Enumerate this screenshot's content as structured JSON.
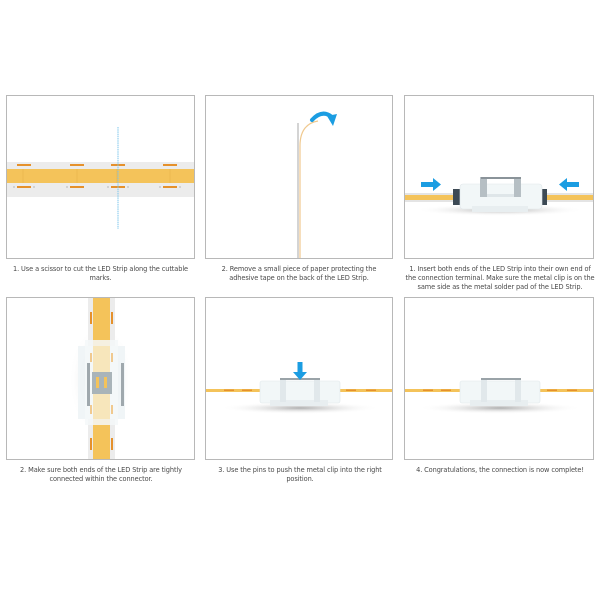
{
  "colors": {
    "led_strip": "#f4c35a",
    "solder_pad": "#e5912c",
    "strip_backing": "#ececec",
    "arrow_blue": "#1b9de2",
    "panel_border": "#b8b8b8",
    "connector_body": "#f2f7f8",
    "metal_clip": "#8a9399",
    "caption_text": "#4a4a4a"
  },
  "steps": [
    {
      "id": "cut",
      "caption": "1. Use a scissor to cut the LED Strip along the cuttable marks.",
      "icons": [
        "led-strip",
        "cut-line"
      ]
    },
    {
      "id": "peel",
      "caption": "2. Remove a small piece of paper protecting the adhesive tape on the back of the LED Strip.",
      "icons": [
        "led-strip-side",
        "curved-arrow"
      ]
    },
    {
      "id": "insert",
      "caption": "1. Insert both ends of the LED Strip into their own end of the connection terminal. Make sure the metal clip is on the same side as the metal solder pad of the LED Strip.",
      "icons": [
        "arrow-right",
        "connector",
        "arrow-left"
      ]
    },
    {
      "id": "check",
      "caption": "2. Make sure both ends of the LED Strip are tightly connected within the connector.",
      "icons": [
        "led-strip-vertical",
        "connector-top-view"
      ]
    },
    {
      "id": "press",
      "caption": "3. Use the pins to push the metal clip into the right position.",
      "icons": [
        "arrow-down",
        "connector"
      ]
    },
    {
      "id": "done",
      "caption": "4. Congratulations, the connection is now complete!",
      "icons": [
        "connector"
      ]
    }
  ]
}
